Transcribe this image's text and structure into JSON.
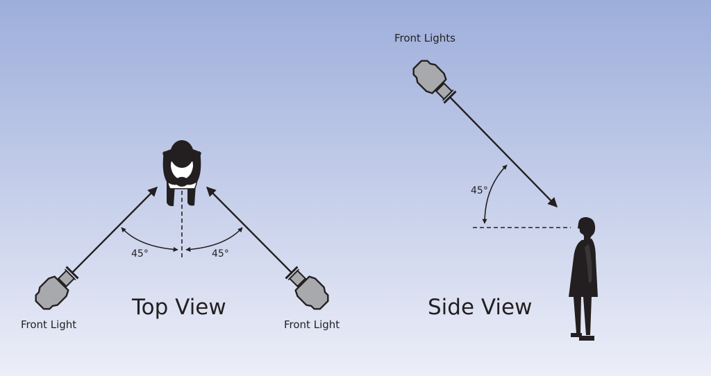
{
  "top_view": {
    "title": "Top View",
    "left_light_label": "Front Light",
    "right_light_label": "Front Light",
    "left_angle_label": "45°",
    "right_angle_label": "45°"
  },
  "side_view": {
    "title": "Side View",
    "lights_label": "Front Lights",
    "angle_label": "45°"
  },
  "colors": {
    "background_top": "#9daedb",
    "background_bottom": "#eceef8",
    "light_fill": "#a7a9ac",
    "ink": "#231f20"
  }
}
